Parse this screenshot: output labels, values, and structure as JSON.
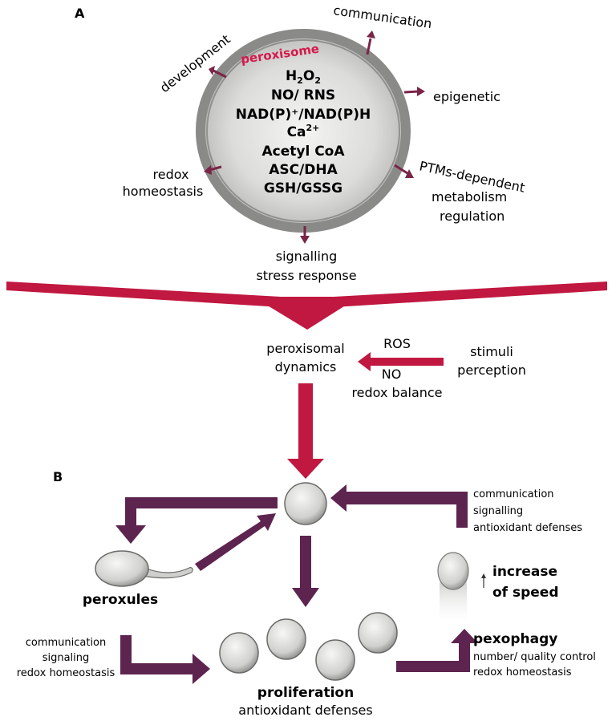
{
  "panels": {
    "a": "A",
    "b": "B"
  },
  "cell": {
    "label": "peroxisome",
    "contents": [
      "NO/ RNS",
      "NAD(P)⁺/NAD(P)H",
      "Acetyl CoA",
      "ASC/DHA",
      "GSH/GSSG"
    ],
    "h2o2_main": "H",
    "h2o2_sub1": "2",
    "h2o2_o": "O",
    "h2o2_sub2": "2",
    "ca_main": "Ca",
    "ca_sup": "2+"
  },
  "outputs": {
    "communication": "communication",
    "development": "development",
    "epigenetic": "epigenetic",
    "redox_l1": "redox",
    "redox_l2": "homeostasis",
    "ptm_l1": "PTMs-dependent",
    "ptm_l2": "metabolism",
    "ptm_l3": "regulation",
    "signalling_l1": "signalling",
    "signalling_l2": "stress response"
  },
  "dynamics": {
    "l1": "peroxisomal",
    "l2": "dynamics",
    "ros": "ROS",
    "no": "NO",
    "redox_balance": "redox balance",
    "stimuli_l1": "stimuli",
    "stimuli_l2": "perception"
  },
  "panel_b": {
    "top_right": [
      "communication",
      "signalling",
      "antioxidant defenses"
    ],
    "peroxules": "peroxules",
    "bottom_left": [
      "communication",
      "signaling",
      "redox homeostasis"
    ],
    "proliferation": "proliferation",
    "antioxidant": "antioxidant defenses",
    "increase_l1": "increase",
    "increase_l2": "of speed",
    "pexophagy": "pexophagy",
    "pexophagy_sub": [
      "number/ quality control",
      "redox homeostasis"
    ]
  },
  "colors": {
    "crimson": "#c01840",
    "purple": "#5e2450",
    "magenta": "#7a2448",
    "label_red": "#d4184a"
  }
}
